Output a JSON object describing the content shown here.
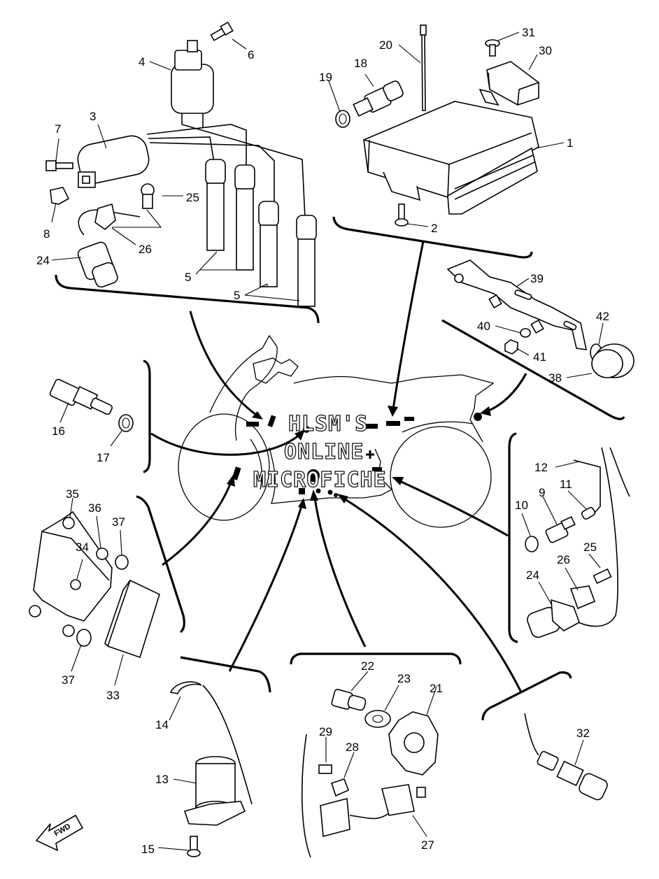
{
  "watermark": {
    "line1": "HLSM'S",
    "line2": "ONLINE",
    "line3": "MICROFICHE"
  },
  "direction_label": "FWD",
  "callouts": {
    "p1": "1",
    "p2": "2",
    "p3": "3",
    "p4": "4",
    "p5a": "5",
    "p5b": "5",
    "p6": "6",
    "p7": "7",
    "p8": "8",
    "p9": "9",
    "p10": "10",
    "p11": "11",
    "p12": "12",
    "p13": "13",
    "p14": "14",
    "p15": "15",
    "p16": "16",
    "p17": "17",
    "p18": "18",
    "p19": "19",
    "p20": "20",
    "p21": "21",
    "p22": "22",
    "p23": "23",
    "p24a": "24",
    "p24b": "24",
    "p25a": "25",
    "p25b": "25",
    "p26a": "26",
    "p26b": "26",
    "p27": "27",
    "p28": "28",
    "p29": "29",
    "p30": "30",
    "p31": "31",
    "p32": "32",
    "p33": "33",
    "p34": "34",
    "p35": "35",
    "p36": "36",
    "p37a": "37",
    "p37b": "37",
    "p38": "38",
    "p39": "39",
    "p40": "40",
    "p41": "41",
    "p42": "42"
  }
}
